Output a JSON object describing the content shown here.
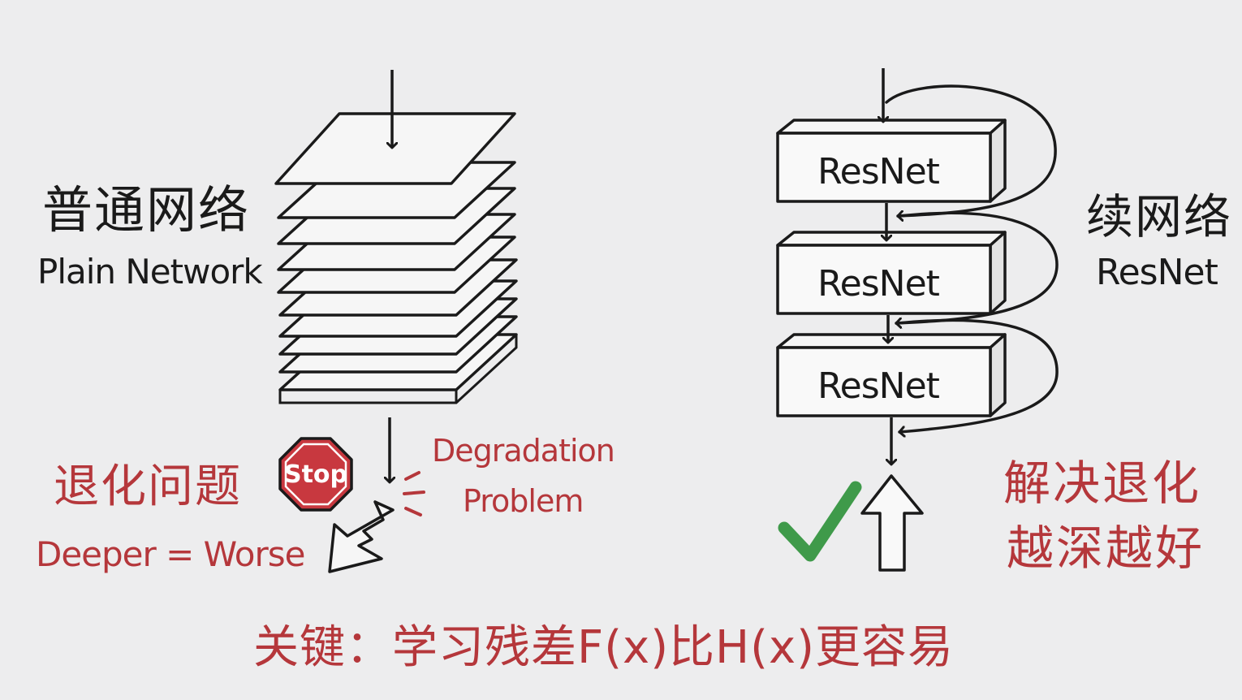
{
  "plain": {
    "title_cn": "普通网络",
    "title_en": "Plain Network"
  },
  "resnet": {
    "title_cn": "续网络",
    "title_en": "ResNet",
    "blocks": [
      "ResNet",
      "ResNet",
      "ResNet"
    ]
  },
  "degradation": {
    "title_cn": "退化问题",
    "subtitle": "Deeper = Worse",
    "stop_sign": "Stop",
    "note_line1": "Degradation",
    "note_line2": "Problem"
  },
  "solution": {
    "line1": "解决退化",
    "line2": "越深越好"
  },
  "key_message": "关键：学习残差F(x)比H(x)更容易",
  "colors": {
    "ink": "#1a1a1a",
    "accent_red": "#b5373b",
    "stop_red": "#c8383f",
    "check_green": "#3f9a4a",
    "background": "#ededee"
  },
  "icons": {
    "stop": "stop-sign-icon",
    "check": "check-mark-icon",
    "up_arrow": "up-arrow-icon",
    "broken_arrow": "broken-arrow-icon"
  }
}
